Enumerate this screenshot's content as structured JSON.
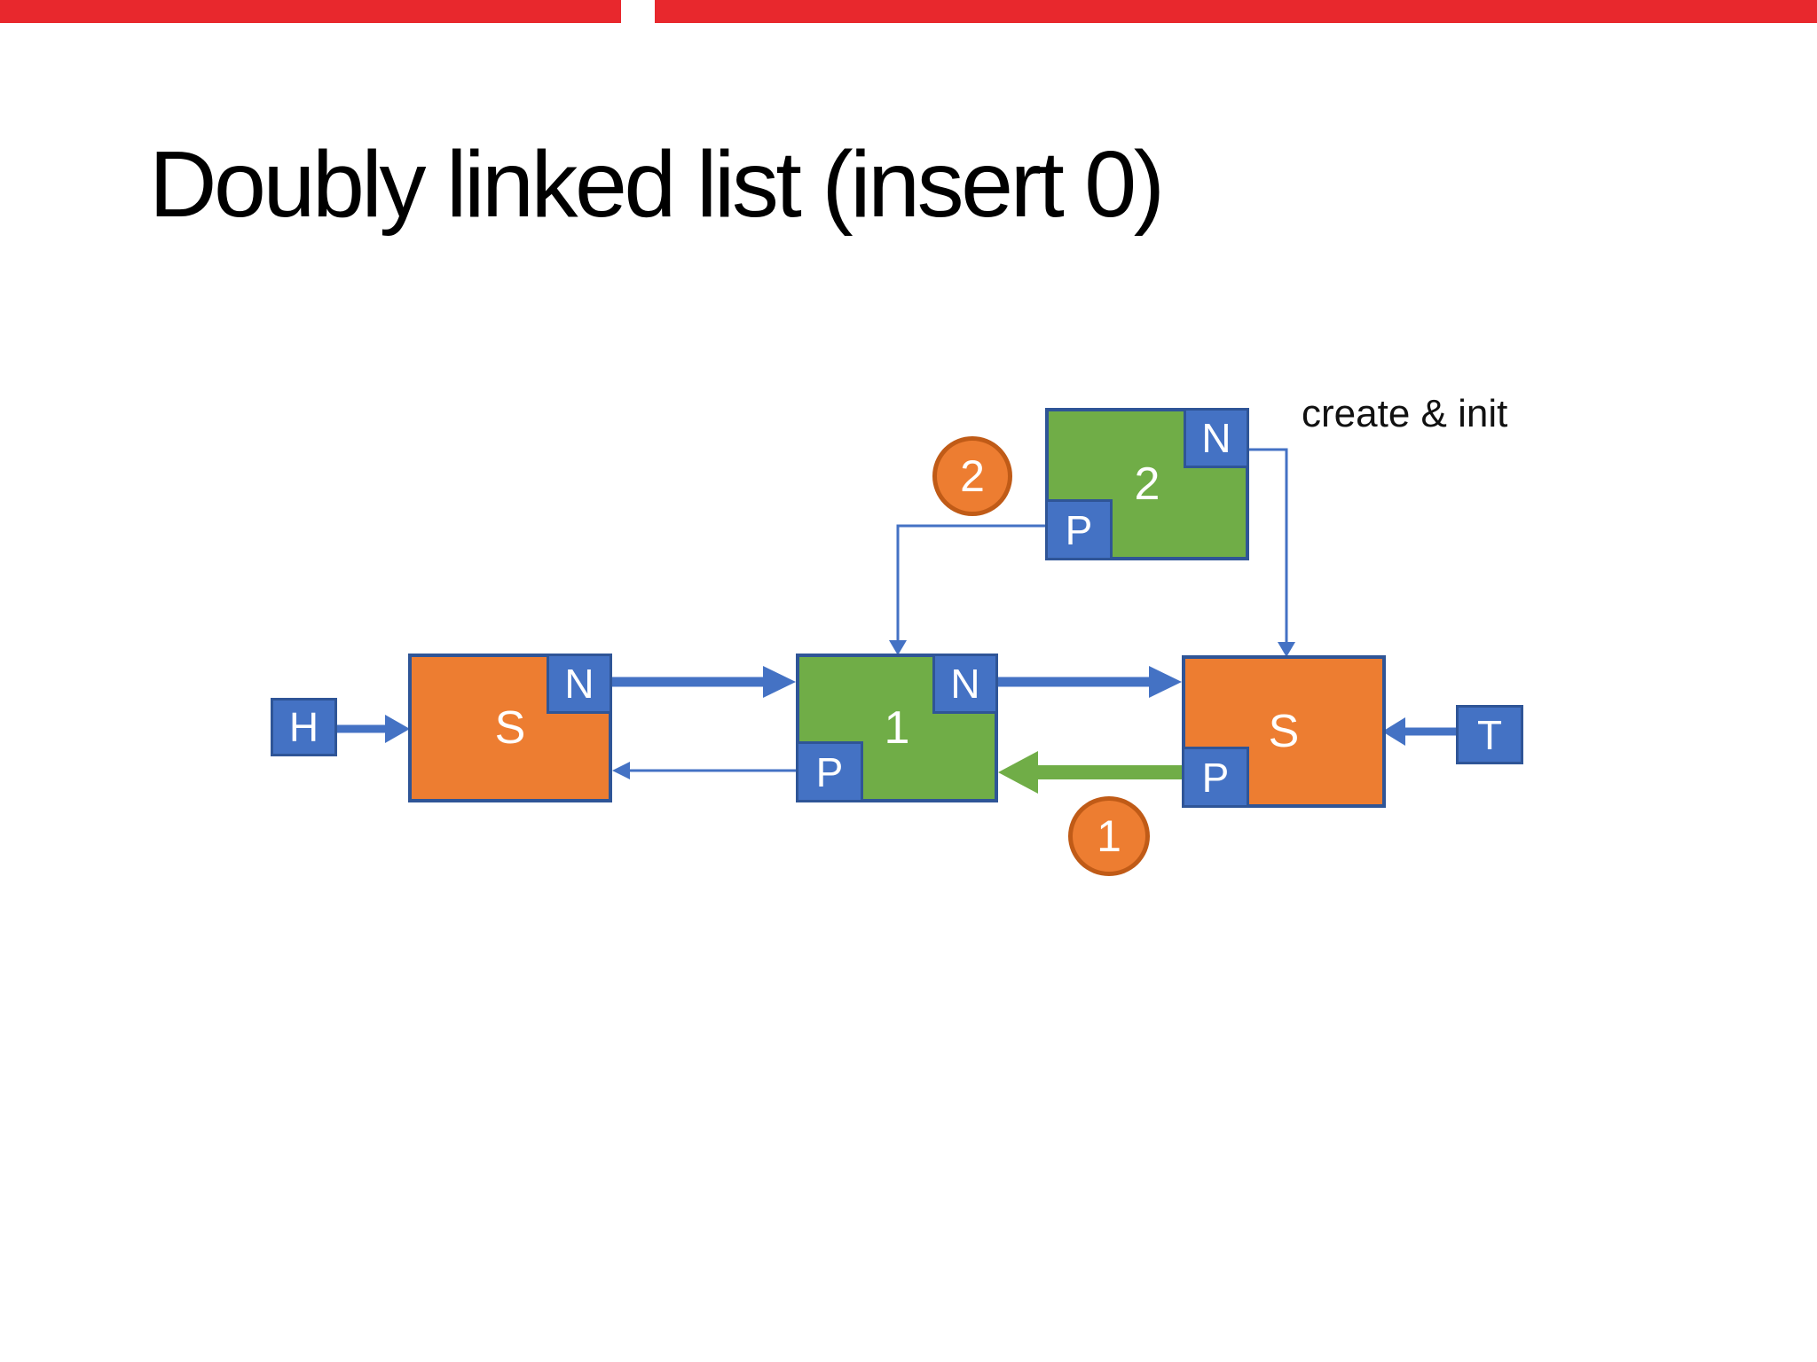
{
  "slide": {
    "title": "Doubly linked list (insert 0)"
  },
  "annotation": {
    "text": "create & init"
  },
  "pointers": {
    "head_label": "H",
    "tail_label": "T"
  },
  "step_badges": [
    {
      "label": "2"
    },
    {
      "label": "1"
    }
  ],
  "nodes": [
    {
      "id": "sentinel-head",
      "value": "S",
      "next_label": "N"
    },
    {
      "id": "node-1",
      "value": "1",
      "next_label": "N",
      "prev_label": "P"
    },
    {
      "id": "sentinel-tail",
      "value": "S",
      "prev_label": "P"
    },
    {
      "id": "new-node-2",
      "value": "2",
      "next_label": "N",
      "prev_label": "P"
    }
  ],
  "colors": {
    "node_orange": "#ED7D31",
    "node_green": "#70AD47",
    "pointer_blue": "#4472C4",
    "border_blue": "#2F5597",
    "badge_orange": "#ED7D31",
    "badge_border": "#C05B17",
    "arrow_green": "#70AD47",
    "top_bar_red": "#E8282D",
    "title_text": "#000000"
  }
}
